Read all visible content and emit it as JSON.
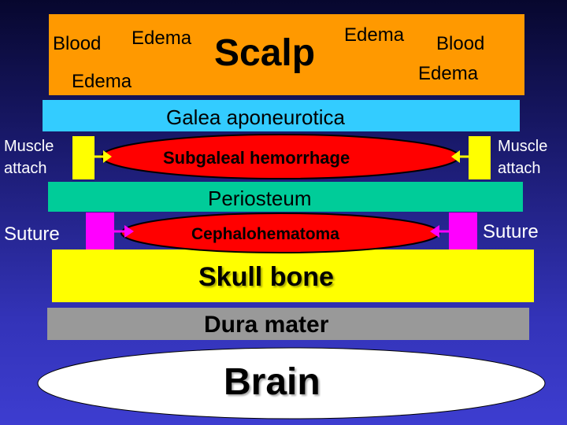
{
  "scalp": {
    "title": "Scalp",
    "blood_left": "Blood",
    "edema_left_top": "Edema",
    "edema_left_bottom": "Edema",
    "edema_right_top": "Edema",
    "blood_right": "Blood",
    "edema_right_bottom": "Edema"
  },
  "galea": {
    "label": "Galea aponeurotica"
  },
  "subgaleal": {
    "label": "Subgaleal hemorrhage",
    "muscle_left": [
      "Muscle",
      "attach"
    ],
    "muscle_right": [
      "Muscle",
      "attach"
    ]
  },
  "periosteum": {
    "label": "Periosteum"
  },
  "cephalohematoma": {
    "label": "Cephalohematoma",
    "suture_left": "Suture",
    "suture_right": "Suture"
  },
  "skull": {
    "label": "Skull bone"
  },
  "dura": {
    "label": "Dura mater"
  },
  "brain": {
    "label": "Brain"
  },
  "colors": {
    "scalp": "#ff9900",
    "galea": "#33ccff",
    "periosteum": "#00cc99",
    "skull": "#ffff00",
    "dura": "#999999",
    "hemorrhage": "#ff0000",
    "muscle": "#ffff00",
    "suture": "#ff00ff",
    "brain": "#ffffff"
  }
}
